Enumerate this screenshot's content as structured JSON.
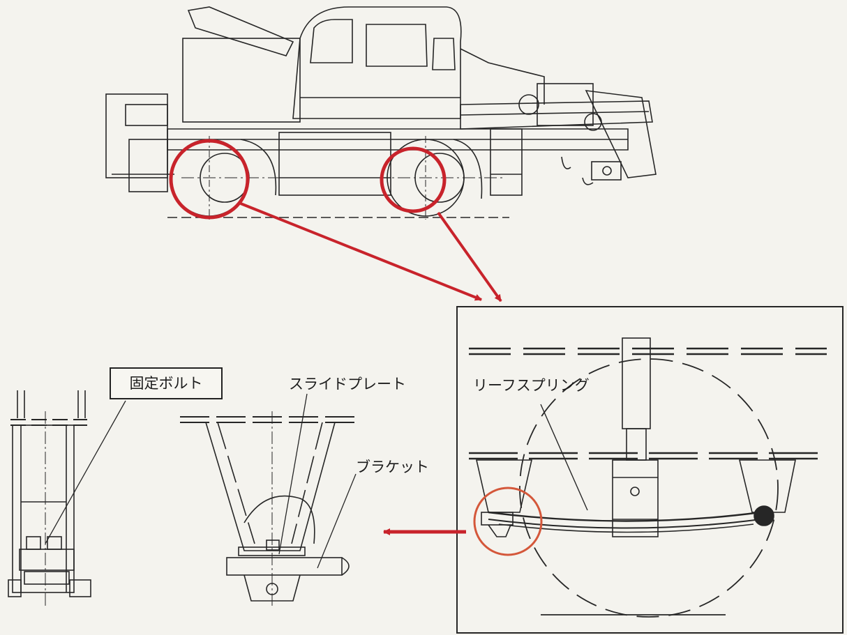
{
  "labels": {
    "fixing_bolt": "固定ボルト",
    "slide_plate": "スライドプレート",
    "leaf_spring": "リーフスプリング",
    "bracket": "ブラケット"
  },
  "colors": {
    "ink": "#262626",
    "highlight_red": "#c8232b",
    "highlight_orange": "#d4573a",
    "paper": "#f4f3ee"
  }
}
